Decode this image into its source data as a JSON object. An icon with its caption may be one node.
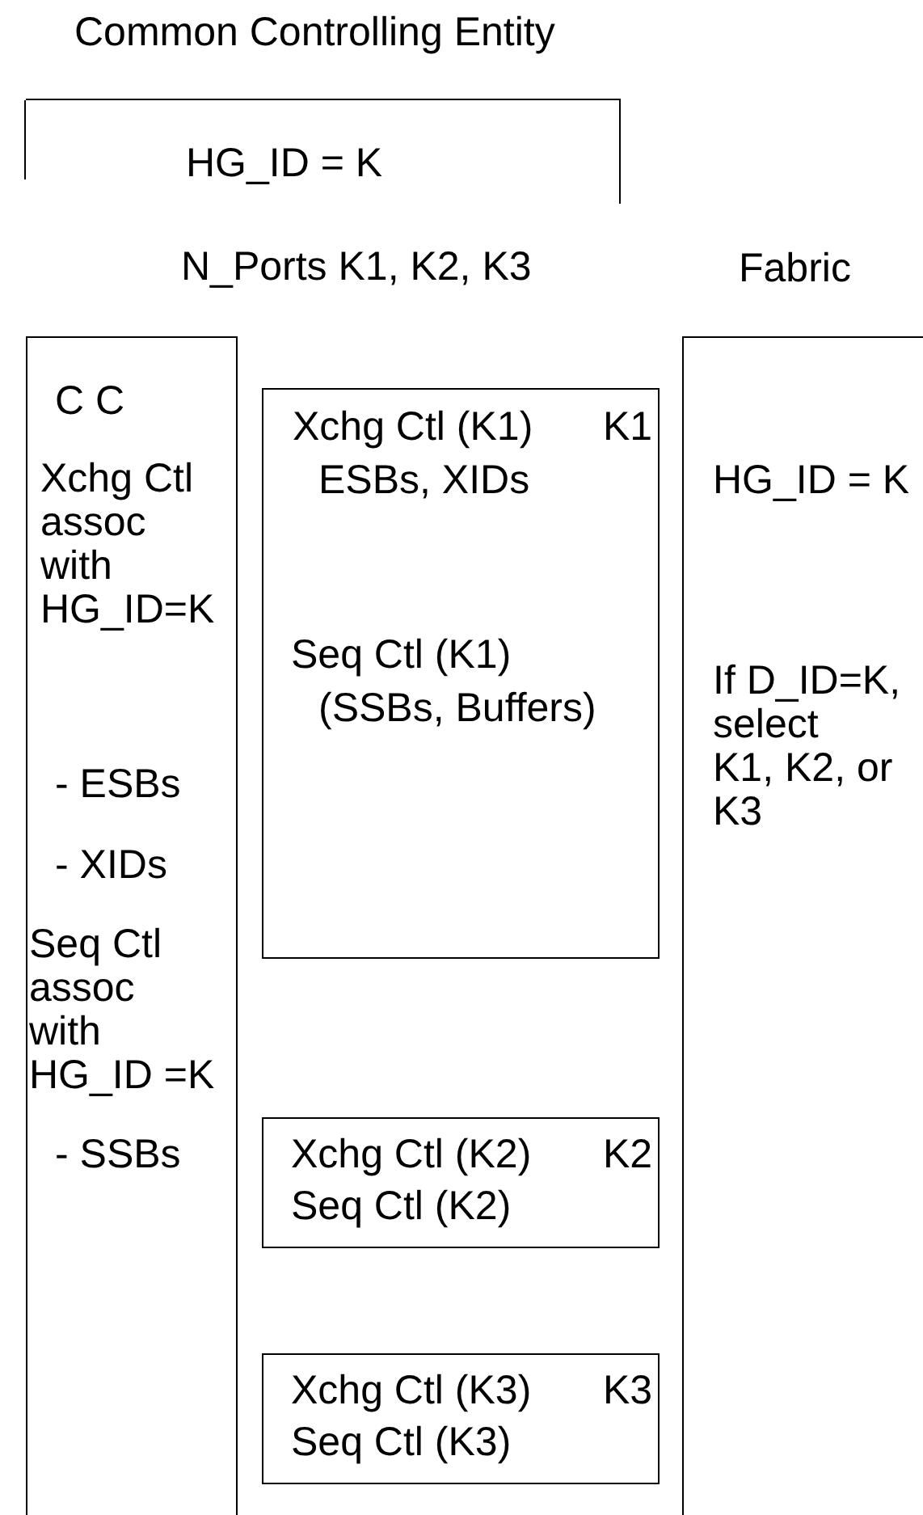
{
  "diagram": {
    "nodes": [
      {
        "text": [
          "Common Controlling Entity",
          "HG_ID = K"
        ]
      },
      {
        "text": [
          "C C",
          "Xchg Ctl assoc with HG_ID=K",
          "- ESBs",
          "- XIDs",
          "Seq Ctl assoc with HG_ID =K",
          "- SSBs"
        ]
      },
      {
        "text": [
          "Xchg Ctl (K1)",
          "K1",
          "ESBs, XIDs",
          "Seq Ctl (K1)",
          "(SSBs, Buffers)"
        ]
      },
      {
        "text": [
          "Xchg Ctl (K2)",
          "K2",
          "Seq Ctl (K2)"
        ]
      },
      {
        "text": [
          "Xchg Ctl (K3)",
          "K3",
          "Seq Ctl (K3)"
        ]
      },
      {
        "text": [
          "Fabric",
          "HG_ID = K",
          "If D_ID=K, select K1, K2, or K3"
        ]
      }
    ],
    "edges": [],
    "labels": [
      "N_Ports K1, K2, K3"
    ]
  }
}
